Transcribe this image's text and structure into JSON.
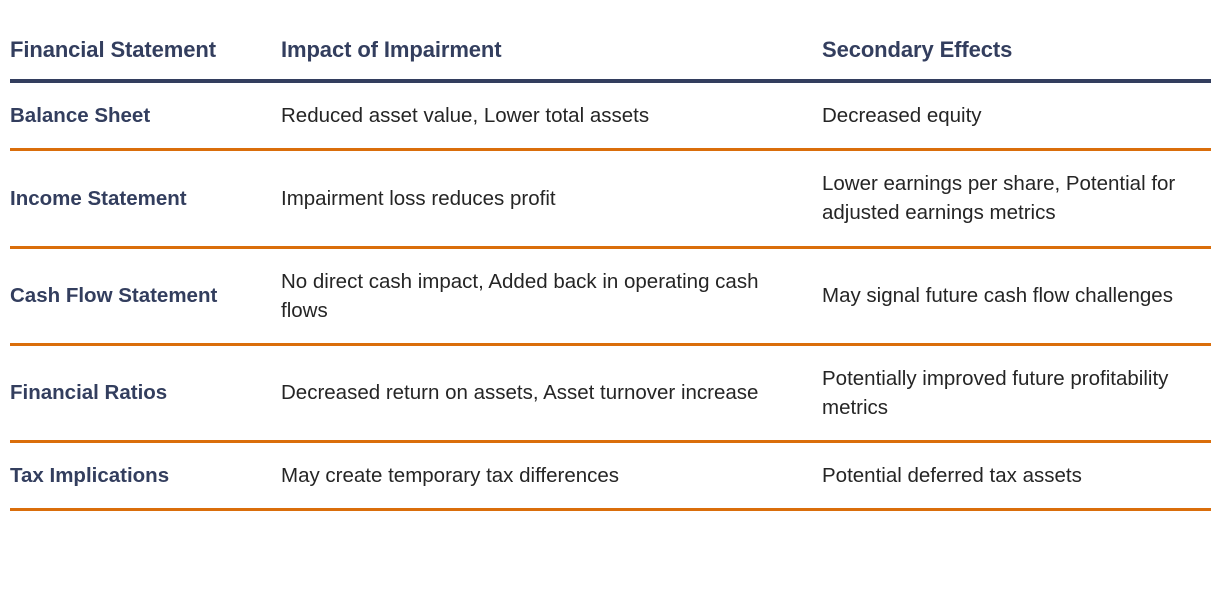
{
  "table": {
    "columns": [
      {
        "id": "financial-statement",
        "label": "Financial Statement"
      },
      {
        "id": "impact-of-impairment",
        "label": "Impact of Impairment"
      },
      {
        "id": "secondary-effects",
        "label": "Secondary Effects"
      }
    ],
    "rows": [
      {
        "statement": "Balance Sheet",
        "impact": "Reduced asset value, Lower total assets",
        "secondary": "Decreased equity"
      },
      {
        "statement": "Income Statement",
        "impact": "Impairment loss reduces profit",
        "secondary": "Lower earnings per share, Potential for adjusted earnings metrics"
      },
      {
        "statement": "Cash Flow Statement",
        "impact": "No direct cash impact, Added back in operating cash flows",
        "secondary": "May signal future cash flow challenges"
      },
      {
        "statement": "Financial Ratios",
        "impact": "Decreased return on assets, Asset turnover increase",
        "secondary": "Potentially improved future profitability metrics"
      },
      {
        "statement": "Tax Implications",
        "impact": "May create temporary tax differences",
        "secondary": "Potential deferred tax assets"
      }
    ]
  },
  "colors": {
    "heading_navy": "#333E5E",
    "header_rule": "#333E5E",
    "row_rule_orange": "#DA6E0B",
    "body_text": "#252525",
    "background": "#FFFFFF"
  }
}
